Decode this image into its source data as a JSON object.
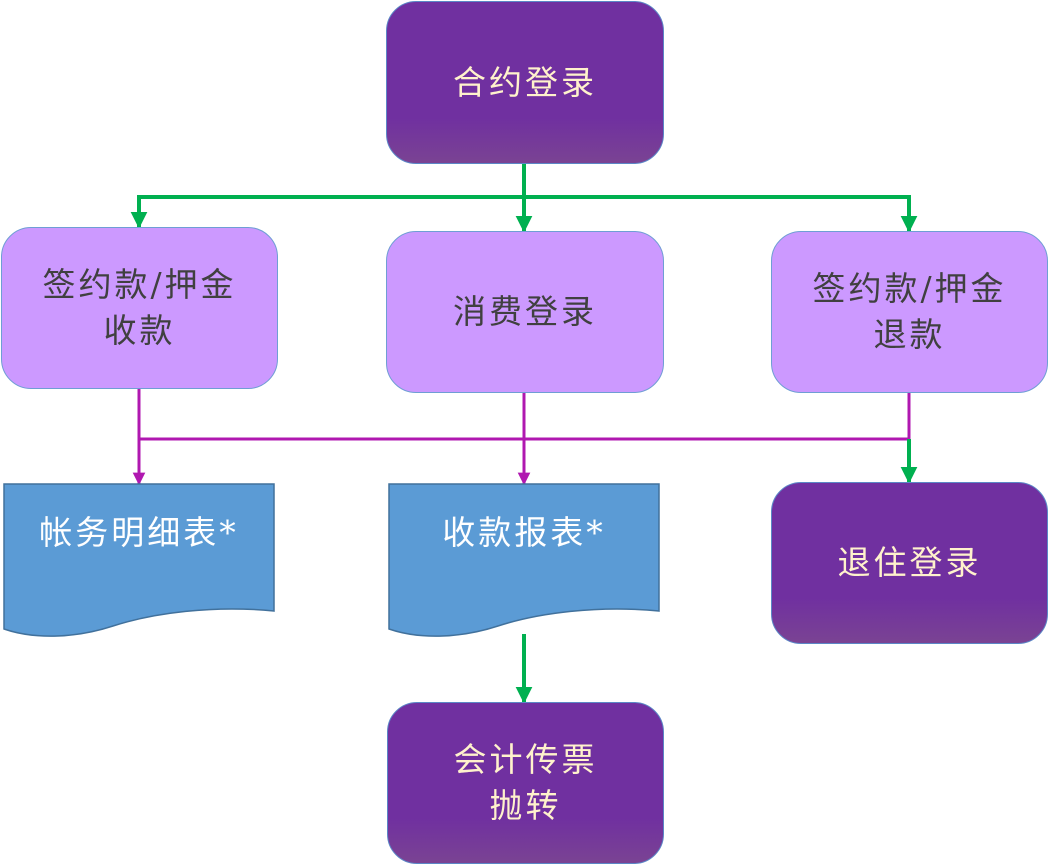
{
  "diagram": {
    "colors": {
      "dark_process_fill": "#7030a0",
      "dark_process_text": "#fff2cc",
      "light_process_fill": "#cc99ff",
      "light_process_text": "#404040",
      "document_fill": "#5b9bd5",
      "document_text": "#ffffff",
      "green_connector": "#00b050",
      "magenta_connector": "#b018b0"
    },
    "nodes": {
      "contract_registration": {
        "lines": [
          "合约登录"
        ],
        "type": "process-dark"
      },
      "deposit_collection": {
        "lines": [
          "签约款/押金",
          "收款"
        ],
        "type": "process-light"
      },
      "consumption_registration": {
        "lines": [
          "消费登录"
        ],
        "type": "process-light"
      },
      "deposit_refund": {
        "lines": [
          "签约款/押金",
          "退款"
        ],
        "type": "process-light"
      },
      "account_detail_report": {
        "lines": [
          "帐务明细表*"
        ],
        "type": "document"
      },
      "collection_report": {
        "lines": [
          "收款报表*"
        ],
        "type": "document"
      },
      "checkout_registration": {
        "lines": [
          "退住登录"
        ],
        "type": "process-dark"
      },
      "accounting_voucher_transfer": {
        "lines": [
          "会计传票",
          "抛转"
        ],
        "type": "process-dark"
      }
    },
    "edges": [
      {
        "from": "contract_registration",
        "to": "deposit_collection",
        "color": "green"
      },
      {
        "from": "contract_registration",
        "to": "consumption_registration",
        "color": "green"
      },
      {
        "from": "contract_registration",
        "to": "deposit_refund",
        "color": "green"
      },
      {
        "from": "deposit_collection",
        "to": "account_detail_report",
        "color": "magenta"
      },
      {
        "from": "consumption_registration",
        "to": "collection_report",
        "color": "magenta"
      },
      {
        "from": "deposit_refund",
        "to": "account_detail_report",
        "color": "magenta"
      },
      {
        "from": "deposit_refund",
        "to": "checkout_registration",
        "color": "green"
      },
      {
        "from": "collection_report",
        "to": "accounting_voucher_transfer",
        "color": "green"
      }
    ]
  }
}
